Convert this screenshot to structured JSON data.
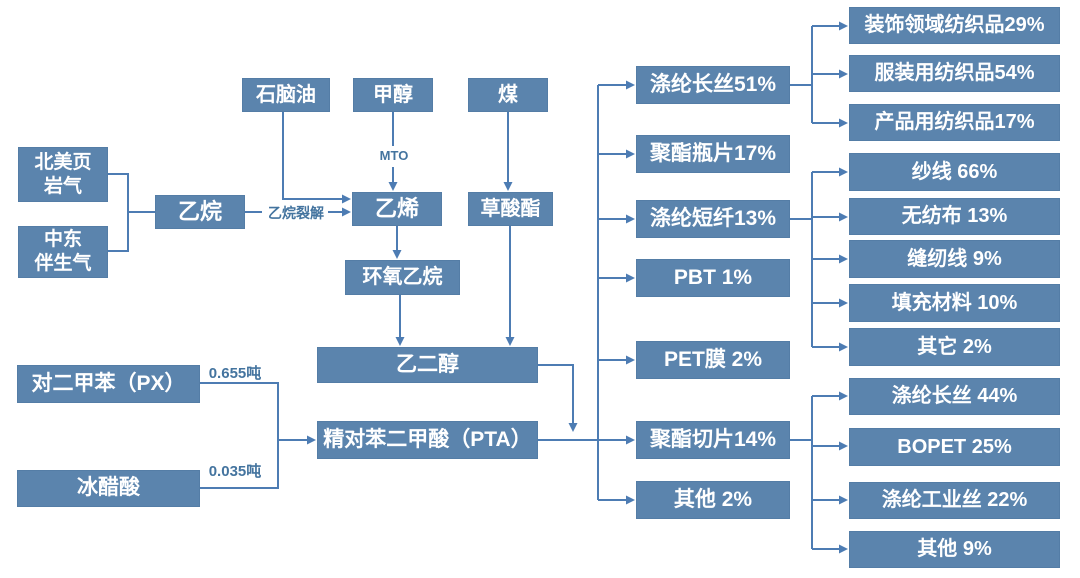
{
  "palette": {
    "box_fill": "#5b84ad",
    "box_border": "#547da6",
    "connector_line": "#4d7cb3",
    "box_text": "#ffffff",
    "edge_label_text": "#44749f"
  },
  "nodes": {
    "shale_gas": "北美页\n岩气",
    "assoc_gas": "中东\n伴生气",
    "ethane": "乙烷",
    "naphtha": "石脑油",
    "methanol": "甲醇",
    "coal": "煤",
    "ethylene": "乙烯",
    "oxalate": "草酸酯",
    "ethylene_oxide": "环氧乙烷",
    "meg": "乙二醇",
    "pta": "精对苯二甲酸（PTA）",
    "px": "对二甲苯（PX）",
    "acetic_acid": "冰醋酸"
  },
  "edge_labels": {
    "mto": "MTO",
    "ethane_cracking": "乙烷裂解",
    "px_per_ton": "0.655吨",
    "acetic_per_ton": "0.035吨"
  },
  "products": [
    "涤纶长丝51%",
    "聚酯瓶片17%",
    "涤纶短纤13%",
    "PBT 1%",
    "PET膜 2%",
    "聚酯切片14%",
    "其他 2%"
  ],
  "filament_uses": [
    "装饰领域纺织品29%",
    "服装用纺织品54%",
    "产品用纺织品17%"
  ],
  "staple_uses": [
    "纱线 66%",
    "无纺布 13%",
    "缝纫线 9%",
    "填充材料 10%",
    "其它 2%"
  ],
  "chip_uses": [
    "涤纶长丝 44%",
    "BOPET 25%",
    "涤纶工业丝 22%",
    "其他 9%"
  ]
}
